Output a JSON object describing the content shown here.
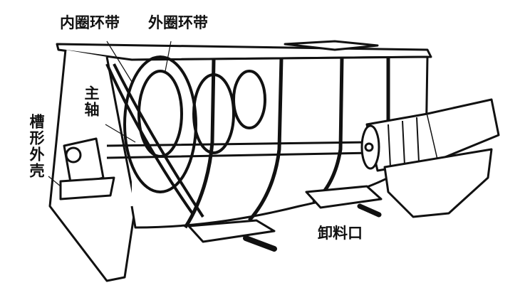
{
  "labels": {
    "inner_ribbon": "内圈环带",
    "outer_ribbon": "外圈环带",
    "main_shaft": "主轴",
    "trough_shell": "槽形外壳",
    "discharge_port": "卸料口"
  },
  "colors": {
    "ink": "#111111",
    "paper": "#ffffff"
  }
}
